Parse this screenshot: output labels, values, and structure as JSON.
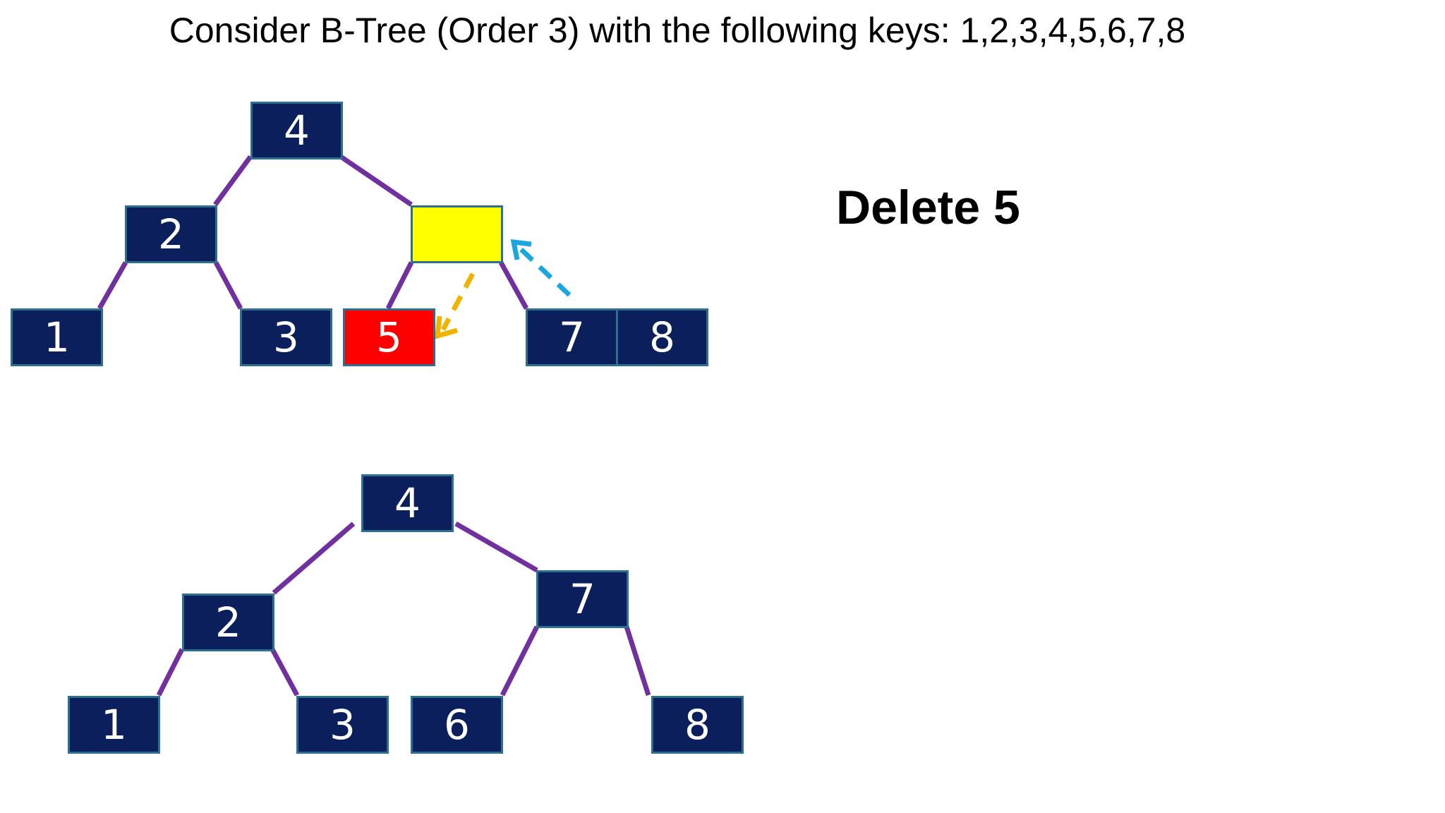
{
  "title": "Consider B-Tree (Order 3) with the following keys: 1,2,3,4,5,6,7,8",
  "operation": "Delete 5",
  "colors": {
    "node_fill": "#0b1f5c",
    "node_border": "#2e6e8e",
    "edge": "#7030a0",
    "empty_node": "#ffff00",
    "deleted_node": "#ff0000",
    "merge_arrow": "#f0b400",
    "borrow_arrow": "#1aa7e0"
  },
  "before_tree": {
    "root": "4",
    "level1": [
      "2",
      ""
    ],
    "leaves": [
      "1",
      "3",
      "5",
      "7",
      "8"
    ]
  },
  "after_tree": {
    "root": "4",
    "level1": [
      "2",
      "7"
    ],
    "leaves": [
      "1",
      "3",
      "6",
      "8"
    ]
  }
}
